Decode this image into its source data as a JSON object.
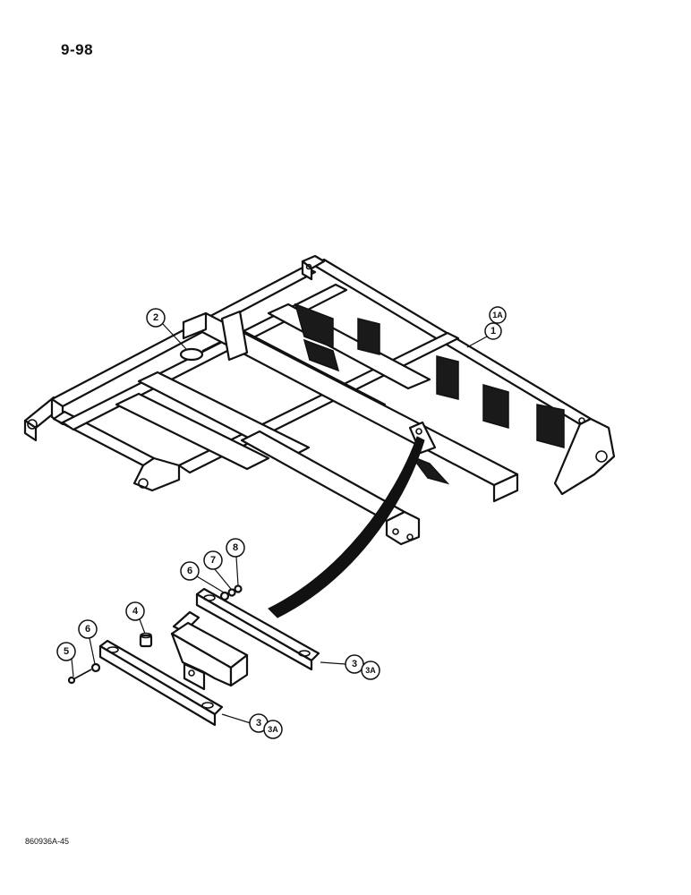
{
  "page": {
    "page_number": "9-98",
    "figure_id": "860936A-45"
  },
  "callouts": {
    "frame_primary": "1",
    "frame_alt": "1A",
    "pin": "2",
    "bar_upper": "3",
    "bar_upper_alt": "3A",
    "bar_lower": "3",
    "bar_lower_alt": "3A",
    "bushing": "4",
    "bolt": "5",
    "washer_lower": "6",
    "washer_upper": "6",
    "lockwasher": "7",
    "nut": "8"
  }
}
